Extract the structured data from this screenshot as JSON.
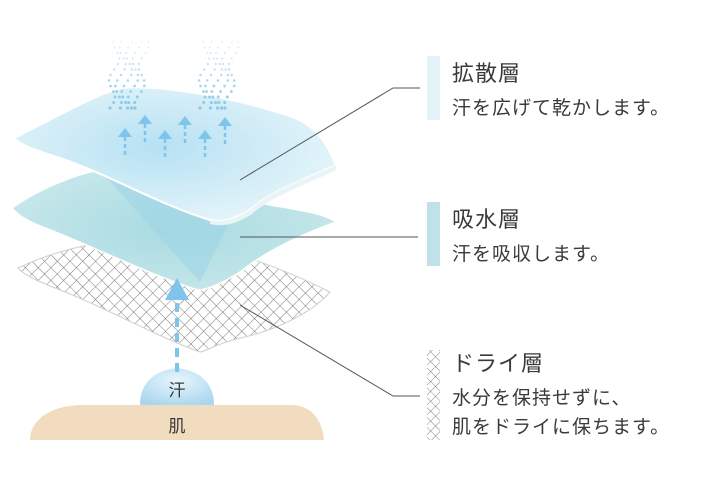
{
  "layers": [
    {
      "title": "拡散層",
      "lines": [
        "汗を広げて乾かします。"
      ],
      "bar_color": "#e4f3f8"
    },
    {
      "title": "吸水層",
      "lines": [
        "汗を吸収します。"
      ],
      "bar_color": "#bfe1e7"
    },
    {
      "title": "ドライ層",
      "lines": [
        "水分を保持せずに、",
        "肌をドライに保ちます。"
      ],
      "bar_pattern": "crosshatch"
    }
  ],
  "sweat_label": "汗",
  "skin_label": "肌",
  "colors": {
    "diffusion": "#d6eef7",
    "absorb": "#b8e0e6",
    "arrow": "#8fcbea",
    "skin": "#f1dcc0",
    "line": "#555555"
  }
}
